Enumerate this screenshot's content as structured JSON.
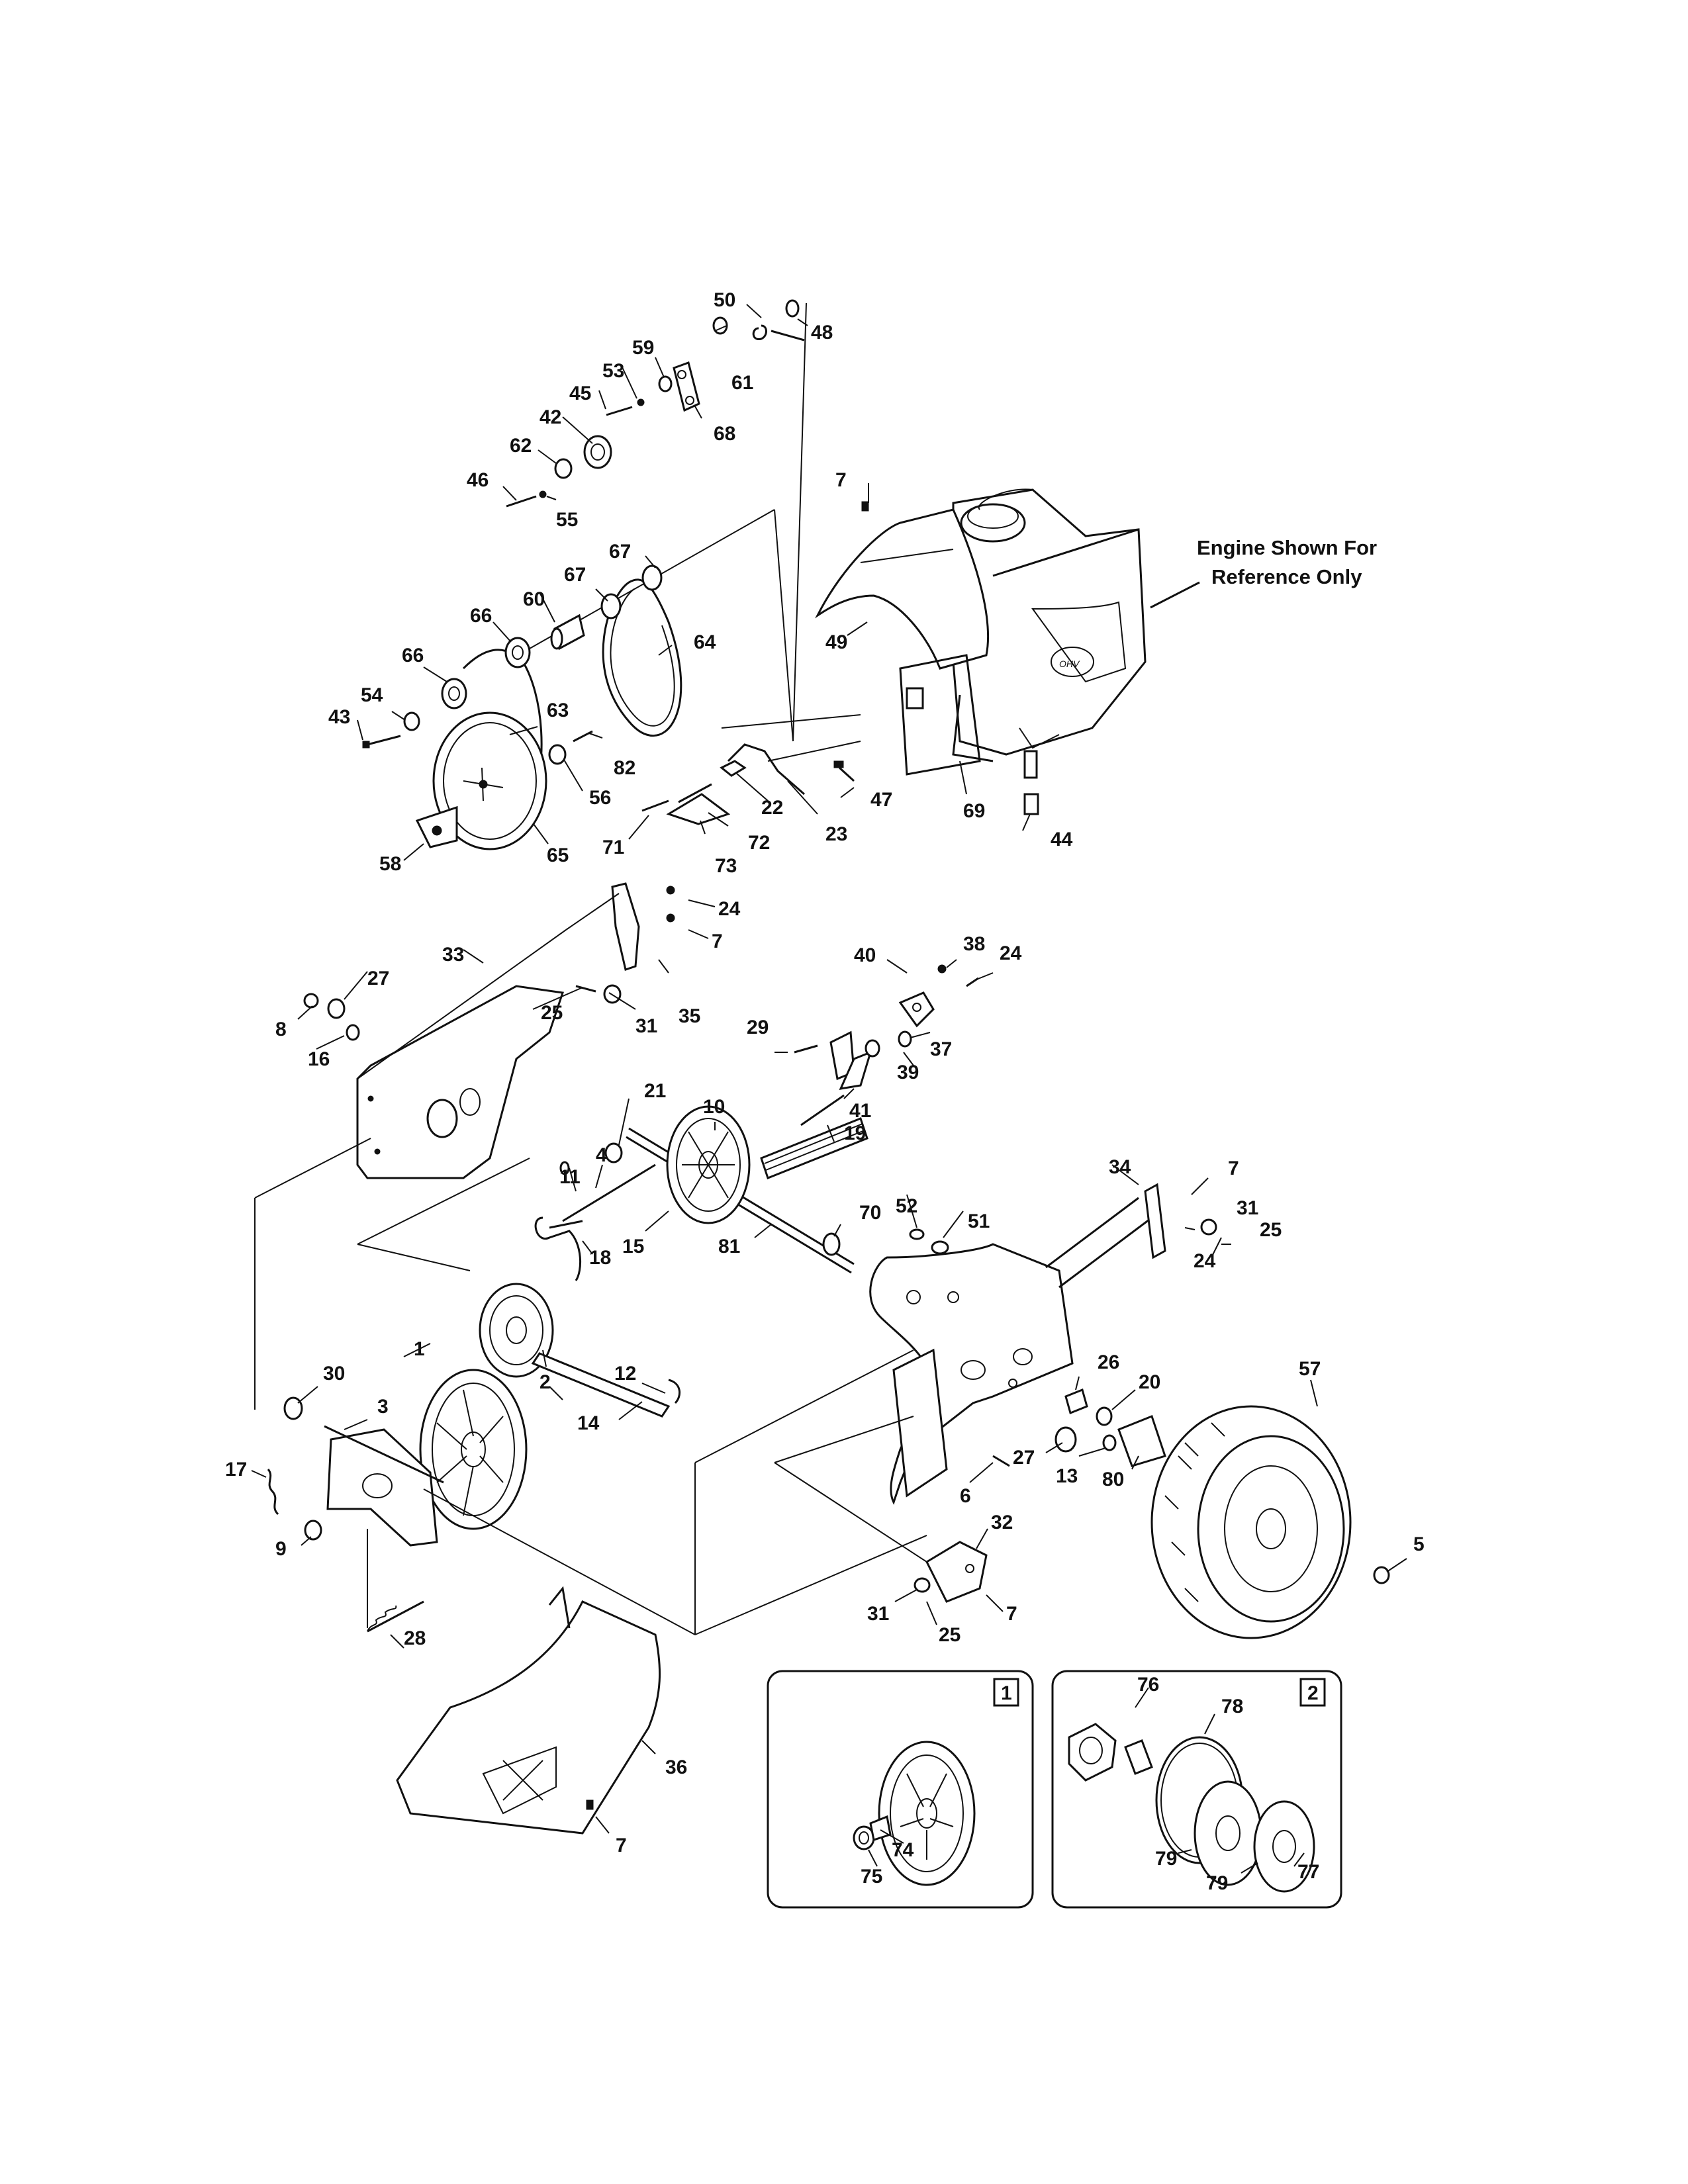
{
  "note": {
    "line1": "Engine Shown For",
    "line2": "Reference Only"
  },
  "insets": {
    "inset1_tag": "1",
    "inset2_tag": "2"
  },
  "parts": {
    "p1": "1",
    "p2": "2",
    "p3": "3",
    "p4": "4",
    "p5": "5",
    "p6": "6",
    "p7a": "7",
    "p7b": "7",
    "p7c": "7",
    "p7d": "7",
    "p7e": "7",
    "p8": "8",
    "p9": "9",
    "p10": "10",
    "p11": "11",
    "p12": "12",
    "p13": "13",
    "p14": "14",
    "p15": "15",
    "p16": "16",
    "p17": "17",
    "p18": "18",
    "p19": "19",
    "p20": "20",
    "p21": "21",
    "p22": "22",
    "p23": "23",
    "p24a": "24",
    "p24b": "24",
    "p24c": "24",
    "p25a": "25",
    "p25b": "25",
    "p25c": "25",
    "p26": "26",
    "p27a": "27",
    "p27b": "27",
    "p28": "28",
    "p29": "29",
    "p30": "30",
    "p31a": "31",
    "p31b": "31",
    "p31c": "31",
    "p32": "32",
    "p33": "33",
    "p34": "34",
    "p35": "35",
    "p36": "36",
    "p37": "37",
    "p38": "38",
    "p39": "39",
    "p40": "40",
    "p41": "41",
    "p42": "42",
    "p43": "43",
    "p44": "44",
    "p45": "45",
    "p46": "46",
    "p47": "47",
    "p48": "48",
    "p49": "49",
    "p50": "50",
    "p51": "51",
    "p52": "52",
    "p53": "53",
    "p54": "54",
    "p55": "55",
    "p56": "56",
    "p57": "57",
    "p58": "58",
    "p59": "59",
    "p60": "60",
    "p61": "61",
    "p62": "62",
    "p63": "63",
    "p64": "64",
    "p65": "65",
    "p66a": "66",
    "p66b": "66",
    "p67a": "67",
    "p67b": "67",
    "p68": "68",
    "p69": "69",
    "p70": "70",
    "p71": "71",
    "p72": "72",
    "p73": "73",
    "p74": "74",
    "p75": "75",
    "p76": "76",
    "p77": "77",
    "p78": "78",
    "p79a": "79",
    "p79b": "79",
    "p80": "80",
    "p81": "81",
    "p82": "82"
  },
  "engine_badge": "OHV"
}
